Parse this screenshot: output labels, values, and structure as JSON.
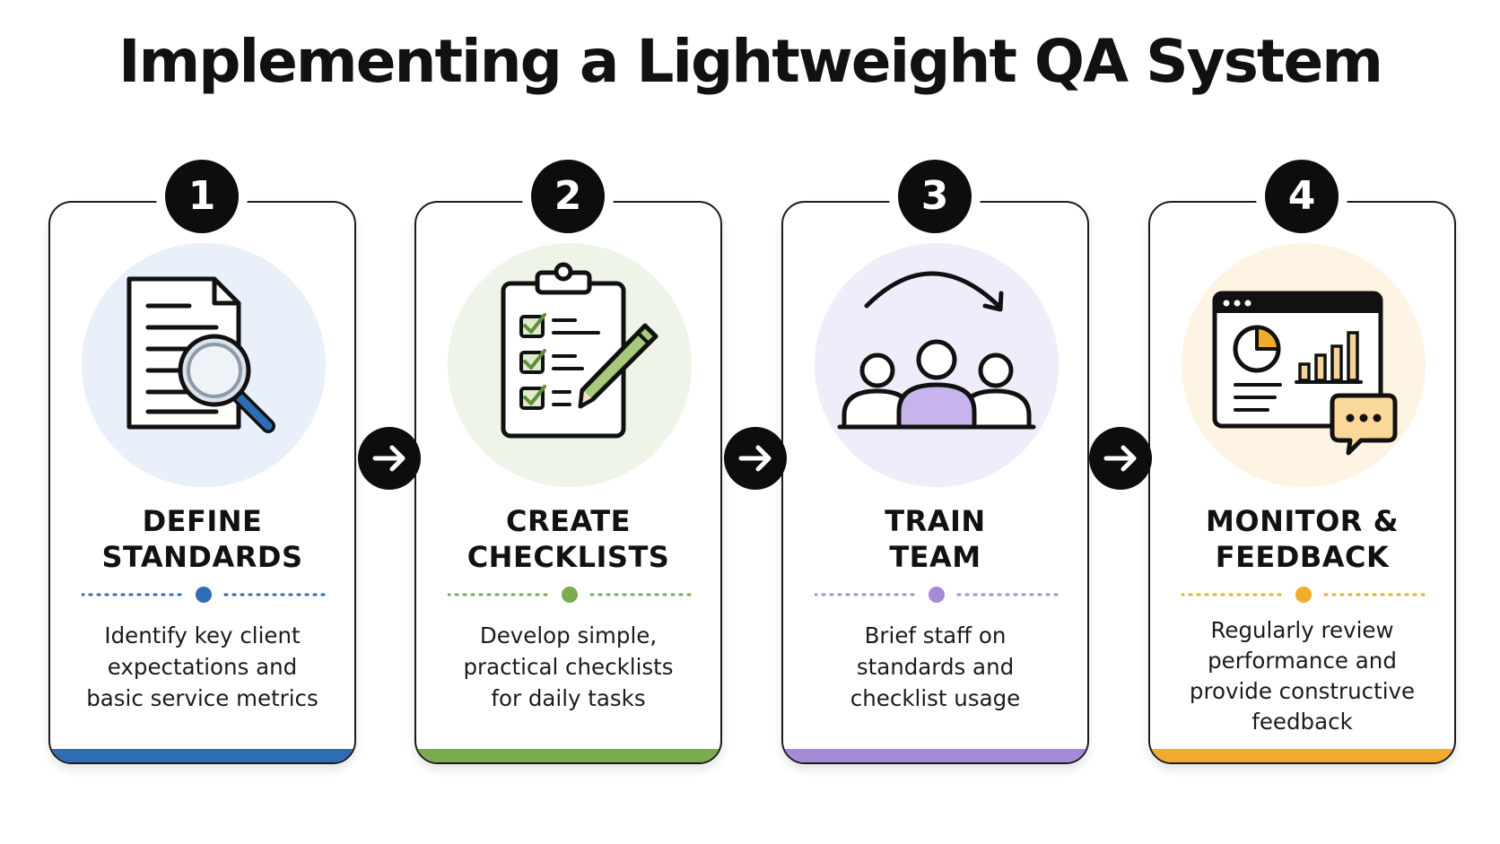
{
  "title": "Implementing a Lightweight QA System",
  "steps": [
    {
      "number": "1",
      "title_line1": "DEFINE",
      "title_line2": "STANDARDS",
      "desc_lines": [
        "Identify key client",
        "expectations and",
        "basic service metrics"
      ],
      "accent": "#2e6db4",
      "circle_bg": "#e9f0f9",
      "icon": "document-magnifier-icon"
    },
    {
      "number": "2",
      "title_line1": "CREATE",
      "title_line2": "CHECKLISTS",
      "desc_lines": [
        "Develop simple,",
        "practical checklists",
        "for daily tasks"
      ],
      "accent": "#7aab4f",
      "circle_bg": "#eef4e7",
      "icon": "clipboard-checklist-icon"
    },
    {
      "number": "3",
      "title_line1": "TRAIN",
      "title_line2": "TEAM",
      "desc_lines": [
        "Brief staff on",
        "standards and",
        "checklist usage"
      ],
      "accent": "#a58ad6",
      "circle_bg": "#f1ecfa",
      "icon": "team-training-icon"
    },
    {
      "number": "4",
      "title_line1": "MONITOR &",
      "title_line2": "FEEDBACK",
      "desc_lines": [
        "Regularly review",
        "performance and",
        "provide constructive",
        "feedback"
      ],
      "accent": "#f2ab2c",
      "circle_bg": "#fdf4e4",
      "icon": "dashboard-feedback-icon"
    }
  ],
  "connectors": [
    "arrow-right-icon",
    "arrow-right-icon",
    "arrow-right-icon"
  ]
}
